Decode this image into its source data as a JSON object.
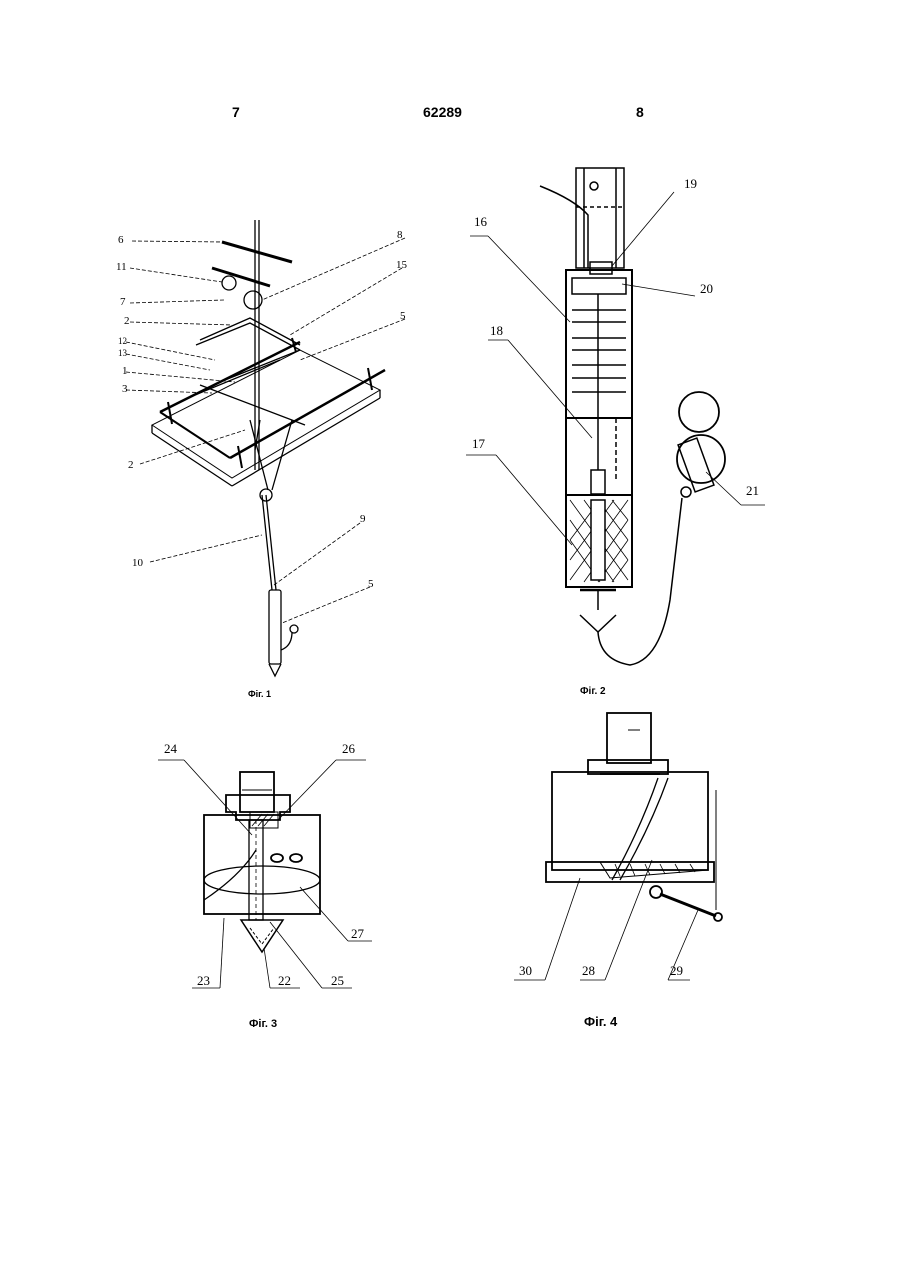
{
  "header": {
    "page_left": "7",
    "patent_number": "62289",
    "page_right": "8"
  },
  "figures": {
    "fig1": {
      "caption": "Фіг. 1",
      "labels": [
        "6",
        "8",
        "11",
        "15",
        "7",
        "5",
        "2",
        "12",
        "13",
        "1",
        "3",
        "2",
        "10",
        "9",
        "5"
      ]
    },
    "fig2": {
      "caption": "Фіг. 2",
      "labels": [
        "19",
        "16",
        "20",
        "18",
        "17",
        "21"
      ]
    },
    "fig3": {
      "caption": "Фіг. 3",
      "labels": [
        "24",
        "26",
        "27",
        "23",
        "22",
        "25"
      ]
    },
    "fig4": {
      "caption": "Фіг. 4",
      "labels": [
        "30",
        "28",
        "29"
      ]
    }
  }
}
